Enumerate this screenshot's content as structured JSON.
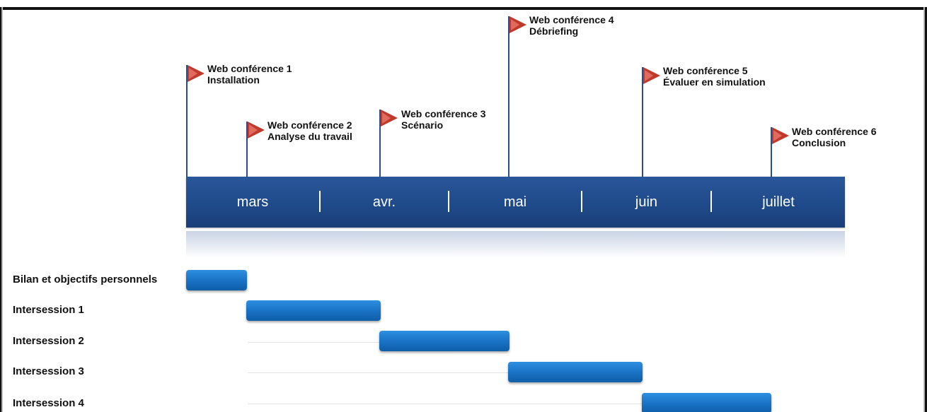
{
  "months": [
    "mars",
    "avr.",
    "mai",
    "juin",
    "juillet"
  ],
  "milestones": [
    {
      "line1": "Web conférence 1",
      "line2": "Installation"
    },
    {
      "line1": "Web conférence 2",
      "line2": "Analyse du travail"
    },
    {
      "line1": "Web conférence 3",
      "line2": "Scénario"
    },
    {
      "line1": "Web conférence 4",
      "line2": "Débriefing"
    },
    {
      "line1": "Web conférence 5",
      "line2": "Évaluer en simulation"
    },
    {
      "line1": "Web conférence 6",
      "line2": "Conclusion"
    }
  ],
  "tasks": [
    {
      "label": "Bilan et objectifs personnels",
      "start": "Web conférence 1",
      "end": "Web conférence 2"
    },
    {
      "label": "Intersession 1",
      "start": "Web conférence 2",
      "end": "Web conférence 3"
    },
    {
      "label": "Intersession 2",
      "start": "Web conférence 3",
      "end": "Web conférence 4"
    },
    {
      "label": "Intersession 3",
      "start": "Web conférence 4",
      "end": "Web conférence 5"
    },
    {
      "label": "Intersession 4",
      "start": "Web conférence 5",
      "end": "Web conférence 6"
    }
  ],
  "colors": {
    "timeline": "#1f4a8a",
    "flag": "#c0392b",
    "task_bar": "#1a73c6",
    "pole": "#2a4f88"
  }
}
